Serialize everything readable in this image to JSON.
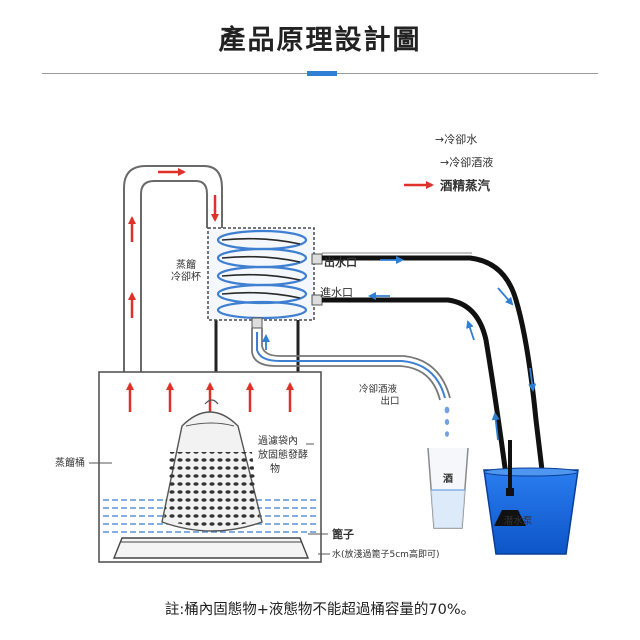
{
  "title": "產品原理設計圖",
  "legend": {
    "cooling_water": "→冷卻水",
    "cooled_liquor": "→冷卻酒液",
    "alcohol_vapor": "酒精蒸汽"
  },
  "labels": {
    "condenser_cup": [
      "蒸餾",
      "冷卻杯"
    ],
    "water_outlet": "出水口",
    "water_inlet": "進水口",
    "liquor_outlet": [
      "冷卻酒液",
      "出口"
    ],
    "filter_bag": [
      "過濾袋內",
      "放固態發酵",
      "物"
    ],
    "barrel": "蒸餾桶",
    "grate": "篦子",
    "water_level": "水(放淺過篦子5cm高即可)",
    "glass": "酒",
    "pump": "潜水泵"
  },
  "note": "註:桶內固態物+液態物不能超過桶容量的70%。",
  "colors": {
    "vapor_arrow": "#e0302a",
    "water_arrow": "#2f7fd4",
    "pump_water": "#1e6fe0"
  }
}
